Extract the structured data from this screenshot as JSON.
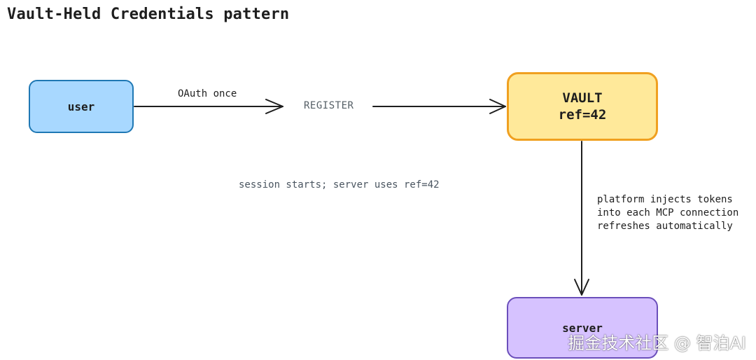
{
  "title": "Vault-Held Credentials pattern",
  "nodes": {
    "user": "user",
    "vault_line1": "VAULT",
    "vault_line2": "ref=42",
    "server": "server"
  },
  "edges": {
    "oauth_label": "OAuth once",
    "register_label": "REGISTER",
    "session_label": "session starts; server uses ref=42",
    "inject_lines": [
      "platform injects tokens",
      "into each MCP connection",
      "refreshes automatically"
    ]
  },
  "watermark": "掘金技术社区 @ 智泊AI",
  "colors": {
    "user_fill": "#a8d8ff",
    "user_border": "#1f78b4",
    "vault_fill": "#ffe99a",
    "vault_border": "#f0a020",
    "server_fill": "#d6c2ff",
    "server_border": "#6b4fbb",
    "edge": "#1e1e1e"
  }
}
